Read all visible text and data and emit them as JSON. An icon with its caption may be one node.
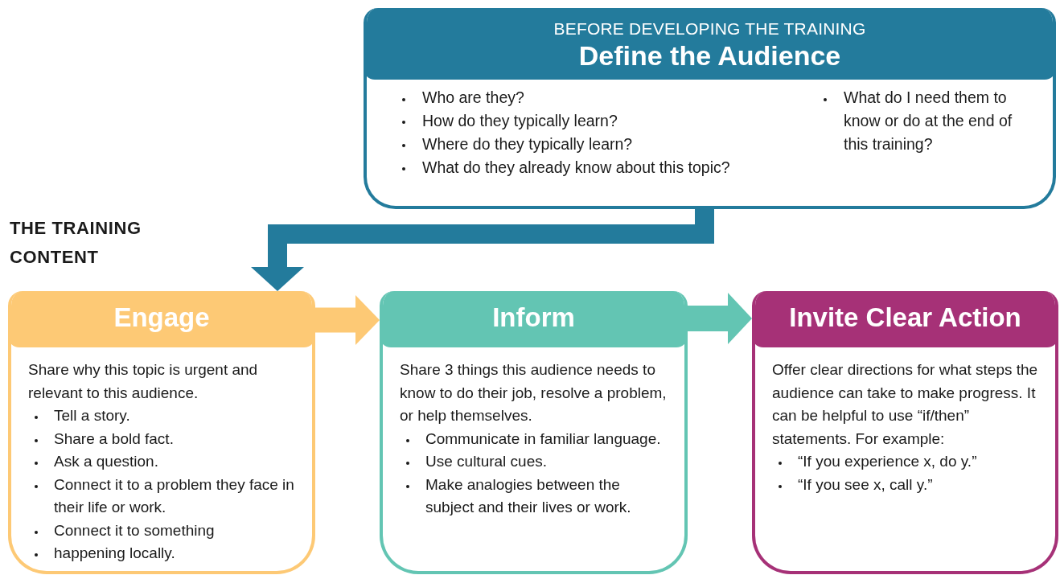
{
  "diagram": {
    "nodes": [
      {
        "text": [
          "BEFORE DEVELOPING THE TRAINING",
          "Define the Audience",
          "Who are they?",
          "How do they typically learn?",
          "Where do they typically learn?",
          "What do they already know about this topic?",
          "What do I need them to know or do at the end of this training?"
        ]
      },
      {
        "text": [
          "Engage",
          "Share why this topic is urgent and relevant to this audience.",
          "Tell a story.",
          "Share a bold fact.",
          "Ask a question.",
          "Connect it to a problem they face in their life or work.",
          "Connect it to something",
          "happening locally."
        ]
      },
      {
        "text": [
          "Inform",
          "Share 3 things this audience needs to know to do their job, resolve a problem, or help themselves.",
          "Communicate in familiar language.",
          "Use cultural cues.",
          "Make analogies between the subject and their lives or work."
        ]
      },
      {
        "text": [
          "Invite Clear Action",
          "Offer clear directions for what steps the audience can take to make progress. It can be helpful to use “if/then” statements. For example:",
          "“If you experience x, do y.”",
          "“If you see x, call y.”"
        ]
      }
    ],
    "edges": [
      {
        "from": 0,
        "to": 1,
        "arrow": "to",
        "color": "#237b9c"
      },
      {
        "from": 1,
        "to": 2,
        "arrow": "to",
        "color": "#fdc975"
      },
      {
        "from": 2,
        "to": 3,
        "arrow": "to",
        "color": "#63c5b3"
      }
    ],
    "labels": [
      "THE TRAINING CONTENT"
    ]
  }
}
